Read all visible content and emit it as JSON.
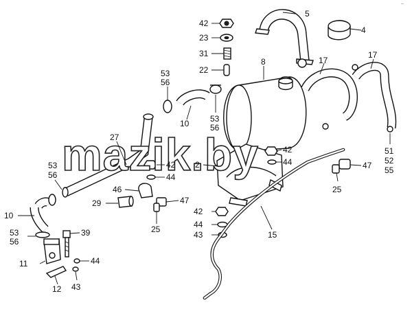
{
  "watermark": "mazik.by",
  "corner_mark": "~",
  "callouts": {
    "c42a": "42",
    "c23": "23",
    "c31": "31",
    "c22": "22",
    "c5": "5",
    "c4": "4",
    "c8": "8",
    "c17a": "17",
    "c17b": "17",
    "c53a": "53",
    "c56a": "56",
    "c53b": "53",
    "c56b": "56",
    "c10a": "10",
    "c27": "27",
    "c2": "2",
    "c42b": "42",
    "c44a": "44",
    "c42c": "42",
    "c44b": "44",
    "c47a": "47",
    "c25a": "25",
    "c51": "51",
    "c52": "52",
    "c55": "55",
    "c53c": "53",
    "c56c": "56",
    "c46": "46",
    "c47b": "47",
    "c29": "29",
    "c25b": "25",
    "c10b": "10",
    "c42d": "42",
    "c44c": "44",
    "c43a": "43",
    "c15": "15",
    "c53d": "53",
    "c56d": "56",
    "c39": "39",
    "c11": "11",
    "c44d": "44",
    "c12": "12",
    "c43b": "43"
  }
}
